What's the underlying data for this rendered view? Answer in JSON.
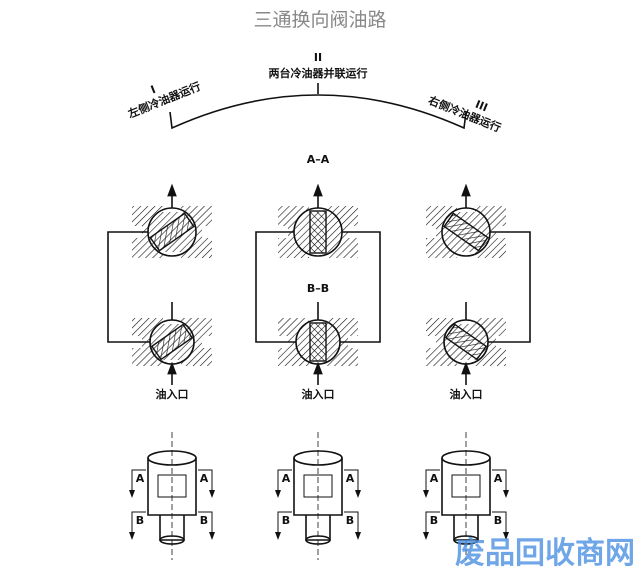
{
  "title": "三通换向阀油路",
  "positions": [
    {
      "numeral": "I",
      "label": "左侧冷油器运行"
    },
    {
      "numeral": "II",
      "label": "两台冷油器并联运行"
    },
    {
      "numeral": "III",
      "label": "右侧冷油器运行"
    }
  ],
  "section_aa": "A–A",
  "section_bb": "B–B",
  "oil_inlet": "油入口",
  "label_a": "A",
  "label_b": "B",
  "watermark": "废品回收商网"
}
